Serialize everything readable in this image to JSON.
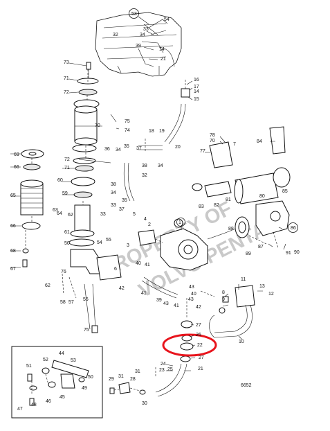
{
  "diagram": {
    "drawing_number": "6652",
    "watermark_line1": "PROPERTY OF",
    "watermark_line2": "VOLVO PENTA",
    "highlight_color": "#e8141c",
    "line_color": "#111111",
    "watermark_color": "#8a8a8a",
    "callouts": [
      {
        "id": "c53",
        "text": "53"
      },
      {
        "id": "c54",
        "text": "54"
      },
      {
        "id": "c32a",
        "text": "32"
      },
      {
        "id": "c34a",
        "text": "34"
      },
      {
        "id": "c33a",
        "text": "33"
      },
      {
        "id": "c39a",
        "text": "39"
      },
      {
        "id": "c14a",
        "text": "14"
      },
      {
        "id": "c21a",
        "text": "21"
      },
      {
        "id": "c73",
        "text": "73"
      },
      {
        "id": "c71",
        "text": "71"
      },
      {
        "id": "c72a",
        "text": "72"
      },
      {
        "id": "c75a",
        "text": "75"
      },
      {
        "id": "c74",
        "text": "74"
      },
      {
        "id": "c70",
        "text": "70"
      },
      {
        "id": "c16",
        "text": "16"
      },
      {
        "id": "c17",
        "text": "17"
      },
      {
        "id": "c14b",
        "text": "14"
      },
      {
        "id": "c15",
        "text": "15"
      },
      {
        "id": "c18",
        "text": "18"
      },
      {
        "id": "c19",
        "text": "19"
      },
      {
        "id": "c20",
        "text": "20"
      },
      {
        "id": "c78",
        "text": "78"
      },
      {
        "id": "c70b",
        "text": "70"
      },
      {
        "id": "c7",
        "text": "7"
      },
      {
        "id": "c77",
        "text": "77"
      },
      {
        "id": "c84",
        "text": "84"
      },
      {
        "id": "c36",
        "text": "36"
      },
      {
        "id": "c35",
        "text": "35"
      },
      {
        "id": "c34b",
        "text": "34"
      },
      {
        "id": "c37",
        "text": "37"
      },
      {
        "id": "c38",
        "text": "38"
      },
      {
        "id": "c34c",
        "text": "34"
      },
      {
        "id": "c32b",
        "text": "32"
      },
      {
        "id": "c69",
        "text": "69"
      },
      {
        "id": "c66a",
        "text": "66"
      },
      {
        "id": "c72b",
        "text": "72"
      },
      {
        "id": "c71b",
        "text": "71"
      },
      {
        "id": "c60",
        "text": "60"
      },
      {
        "id": "c59",
        "text": "59"
      },
      {
        "id": "c65",
        "text": "65"
      },
      {
        "id": "c38b",
        "text": "38"
      },
      {
        "id": "c34d",
        "text": "34"
      },
      {
        "id": "c33b",
        "text": "33"
      },
      {
        "id": "c37b",
        "text": "37"
      },
      {
        "id": "c35b",
        "text": "35"
      },
      {
        "id": "c83",
        "text": "83"
      },
      {
        "id": "c82",
        "text": "82"
      },
      {
        "id": "c81",
        "text": "81"
      },
      {
        "id": "c80",
        "text": "80"
      },
      {
        "id": "c85",
        "text": "85"
      },
      {
        "id": "c63",
        "text": "63"
      },
      {
        "id": "c64",
        "text": "64"
      },
      {
        "id": "c62a",
        "text": "62"
      },
      {
        "id": "c33c",
        "text": "33"
      },
      {
        "id": "c5",
        "text": "5"
      },
      {
        "id": "c4",
        "text": "4"
      },
      {
        "id": "c2",
        "text": "2"
      },
      {
        "id": "c1",
        "text": "1"
      },
      {
        "id": "c88",
        "text": "88"
      },
      {
        "id": "c86",
        "text": "86"
      },
      {
        "id": "c66b",
        "text": "66"
      },
      {
        "id": "c61",
        "text": "61"
      },
      {
        "id": "c50",
        "text": "50"
      },
      {
        "id": "c3",
        "text": "3"
      },
      {
        "id": "c87",
        "text": "87"
      },
      {
        "id": "c89",
        "text": "89"
      },
      {
        "id": "c91",
        "text": "91"
      },
      {
        "id": "c90",
        "text": "90"
      },
      {
        "id": "c68",
        "text": "68"
      },
      {
        "id": "c54b",
        "text": "54"
      },
      {
        "id": "c55",
        "text": "55"
      },
      {
        "id": "c67",
        "text": "67"
      },
      {
        "id": "c76",
        "text": "76"
      },
      {
        "id": "c62b",
        "text": "62"
      },
      {
        "id": "c40a",
        "text": "40"
      },
      {
        "id": "c41a",
        "text": "41"
      },
      {
        "id": "c6",
        "text": "6"
      },
      {
        "id": "c42",
        "text": "42"
      },
      {
        "id": "c43a",
        "text": "43"
      },
      {
        "id": "c41b",
        "text": "41"
      },
      {
        "id": "c39b",
        "text": "39"
      },
      {
        "id": "c43b",
        "text": "43"
      },
      {
        "id": "c40b",
        "text": "40"
      },
      {
        "id": "c41c",
        "text": "41"
      },
      {
        "id": "c43c",
        "text": "43"
      },
      {
        "id": "c42b",
        "text": "42"
      },
      {
        "id": "c8",
        "text": "8"
      },
      {
        "id": "c9",
        "text": "9"
      },
      {
        "id": "c11",
        "text": "11"
      },
      {
        "id": "c13",
        "text": "13"
      },
      {
        "id": "c12",
        "text": "12"
      },
      {
        "id": "c58",
        "text": "58"
      },
      {
        "id": "c57",
        "text": "57"
      },
      {
        "id": "c56",
        "text": "56"
      },
      {
        "id": "c27a",
        "text": "27"
      },
      {
        "id": "c26",
        "text": "26"
      },
      {
        "id": "c22",
        "text": "22"
      },
      {
        "id": "c27b",
        "text": "27"
      },
      {
        "id": "c10",
        "text": "10"
      },
      {
        "id": "c75b",
        "text": "75"
      },
      {
        "id": "c44",
        "text": "44"
      },
      {
        "id": "c51",
        "text": "51"
      },
      {
        "id": "c52",
        "text": "52"
      },
      {
        "id": "c53b",
        "text": "53"
      },
      {
        "id": "c49",
        "text": "49"
      },
      {
        "id": "c50b",
        "text": "50"
      },
      {
        "id": "c45",
        "text": "45"
      },
      {
        "id": "c46",
        "text": "46"
      },
      {
        "id": "c48",
        "text": "48"
      },
      {
        "id": "c47",
        "text": "47"
      },
      {
        "id": "c24",
        "text": "24"
      },
      {
        "id": "c25",
        "text": "25"
      },
      {
        "id": "c23",
        "text": "23"
      },
      {
        "id": "c21b",
        "text": "21"
      },
      {
        "id": "c29",
        "text": "29"
      },
      {
        "id": "c31a",
        "text": "31"
      },
      {
        "id": "c28",
        "text": "28"
      },
      {
        "id": "c31b",
        "text": "31"
      },
      {
        "id": "c30",
        "text": "30"
      }
    ]
  }
}
